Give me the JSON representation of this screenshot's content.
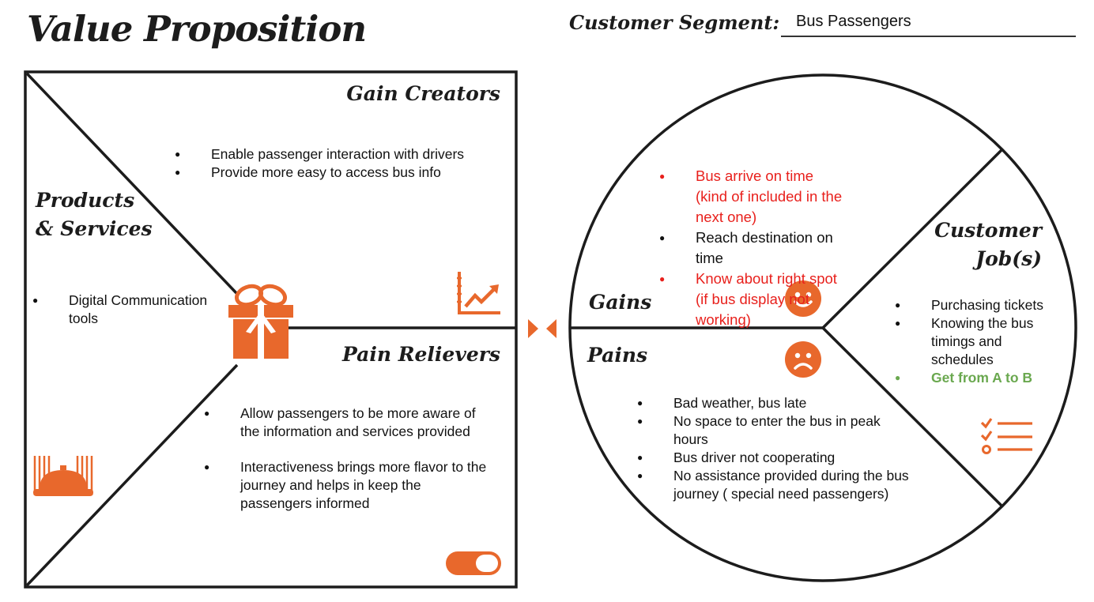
{
  "header": {
    "title": "Value Proposition",
    "segment_label": "Customer Segment:",
    "segment_value": "Bus Passengers"
  },
  "value_map": {
    "gain_creators": {
      "title": "Gain Creators",
      "items": [
        "Enable passenger interaction with drivers",
        "Provide  more easy to access bus info"
      ]
    },
    "products_services": {
      "title_line1": "Products",
      "title_line2": "& Services",
      "items": [
        "Digital Communication tools"
      ]
    },
    "pain_relievers": {
      "title": "Pain Relievers",
      "items": [
        "Allow passengers to be more aware of the information and services provided",
        "Interactiveness  brings more flavor to the journey and helps in keep the passengers informed"
      ]
    }
  },
  "customer_profile": {
    "gains": {
      "title": "Gains",
      "items": [
        {
          "text": "Bus arrive on time (kind of included in the next one)",
          "status": "red"
        },
        {
          "text": "Reach destination on time",
          "status": "normal"
        },
        {
          "text": "Know about right spot (if bus display not working)",
          "status": "red"
        }
      ]
    },
    "pains": {
      "title": "Pains",
      "items": [
        "Bad weather, bus late",
        "No space to enter the bus in peak hours",
        "Bus driver not cooperating",
        "No assistance provided during the bus journey ( special need passengers)"
      ]
    },
    "customer_jobs": {
      "title_line1": "Customer",
      "title_line2": "Job(s)",
      "items": [
        {
          "text": "Purchasing tickets",
          "status": "normal"
        },
        {
          "text": "Knowing the bus timings and schedules",
          "status": "normal"
        },
        {
          "text": "Get from A to B",
          "status": "green"
        }
      ]
    }
  },
  "colors": {
    "accent": "#e8682c",
    "red_text": "#e8201c",
    "green_text": "#6aa84f",
    "outline": "#1c1c1c"
  },
  "icons": {
    "products": "gift-icon",
    "gain_creators": "growth-chart-icon",
    "pain_relievers": "toggle-icon",
    "products_extra": "service-bell-icon",
    "gains": "happy-face-icon",
    "pains": "sad-face-icon",
    "jobs": "checklist-icon",
    "connector": "bowtie-arrows-icon"
  }
}
